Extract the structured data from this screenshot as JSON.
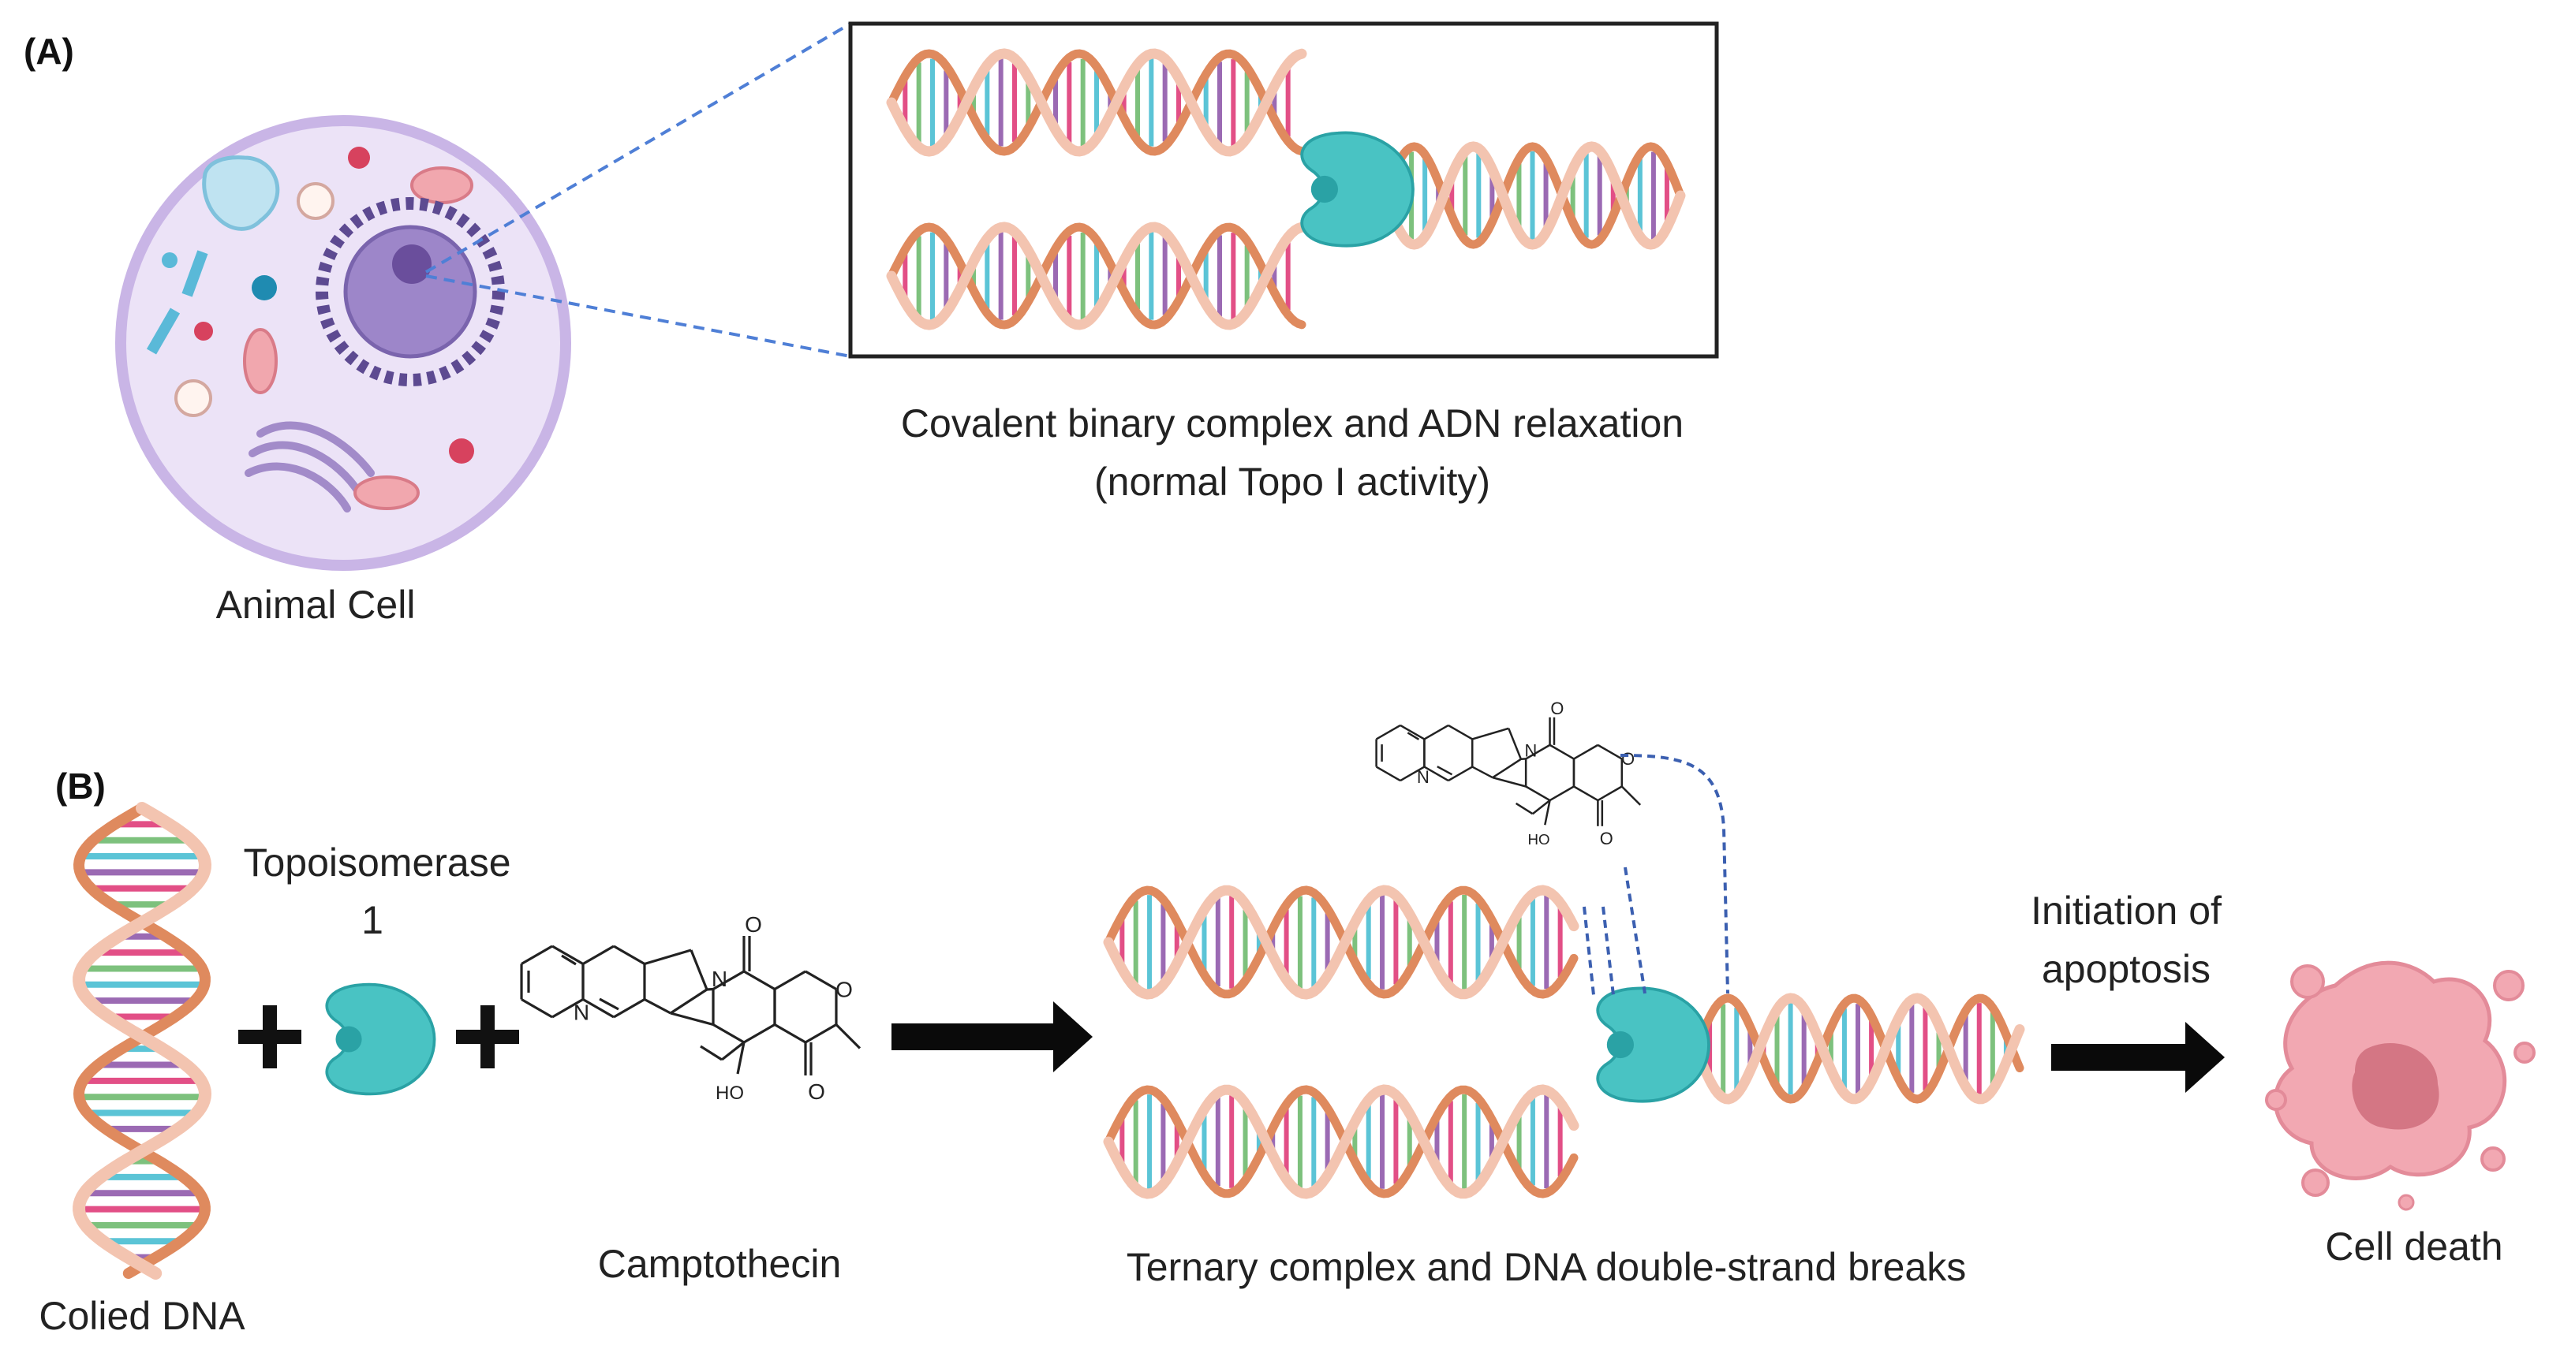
{
  "panel_a": {
    "label": "(A)",
    "cell_label": "Animal Cell",
    "caption_line1": "Covalent binary complex and ADN relaxation",
    "caption_line2": "(normal Topo I activity)"
  },
  "panel_b": {
    "label": "(B)",
    "dna_label": "Colied DNA",
    "enzyme_label_line1": "Topoisomerase",
    "enzyme_label_line2": "1",
    "drug_label": "Camptothecin",
    "complex_label": "Ternary complex and DNA double-strand breaks",
    "arrow_label_line1": "Initiation of",
    "arrow_label_line2": "apoptosis",
    "death_label": "Cell death"
  },
  "molecule": {
    "n_atom": "N",
    "n_atom_ring": "N",
    "o_carbonyl": "O",
    "o_ring": "O",
    "o_lactone": "O",
    "ho_group": "HO"
  },
  "colors": {
    "backbone": "#f3c4b0",
    "backbone_dark": "#df8a5e",
    "base_pairs": [
      "#9b6ab3",
      "#e24f86",
      "#7dc17d",
      "#5bc4d6"
    ],
    "enzyme": "#49c3c3",
    "enzyme_dark": "#2aa2a5",
    "cell_membrane": "#c9b5e6",
    "cell_fill": "#ece3f7",
    "nucleus": "#8f77bf",
    "dead_cell": "#f2a8b2",
    "dead_core": "#d47684",
    "zoom_lines": "#4f7fd6",
    "hbond": "#3b5fb0"
  }
}
